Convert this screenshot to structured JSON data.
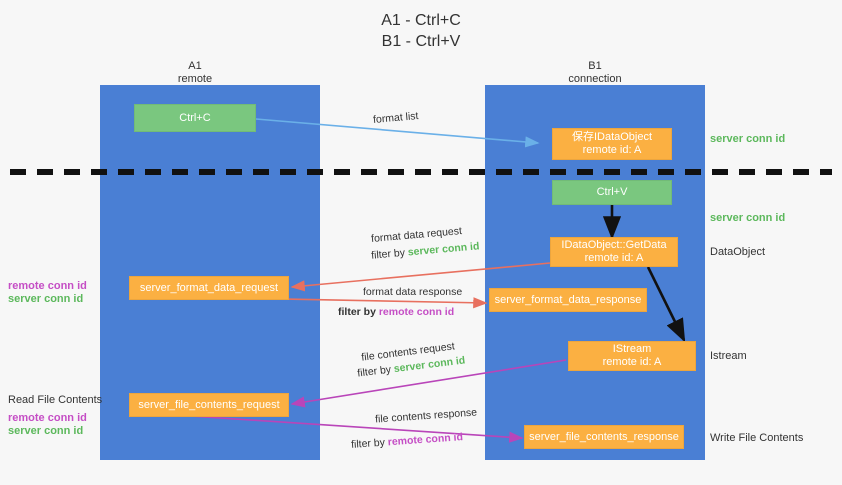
{
  "title": {
    "line1": "A1 - Ctrl+C",
    "line2": "B1 - Ctrl+V"
  },
  "colors": {
    "lane": "#4a7fd4",
    "orange_box": "#fbb042",
    "green_box": "#7ac77f",
    "server_conn_id": "#5cb85c",
    "remote_conn_id": "#c54ec5",
    "arrow_blue": "#6ab0e8",
    "arrow_red": "#e8705f",
    "arrow_magenta": "#b945b9",
    "arrow_black": "#111111",
    "divider": "#111111"
  },
  "columns": [
    {
      "name": "A1",
      "sub": "remote"
    },
    {
      "name": "B1",
      "sub": "connection"
    }
  ],
  "boxes": [
    {
      "id": "ctrl-c",
      "style": "green",
      "lines": [
        "Ctrl+C"
      ]
    },
    {
      "id": "save-idataobject",
      "style": "orange",
      "lines": [
        "保存IDataObject",
        "remote id: A"
      ]
    },
    {
      "id": "ctrl-v",
      "style": "green",
      "lines": [
        "Ctrl+V"
      ]
    },
    {
      "id": "idataobject-getdata",
      "style": "orange",
      "lines": [
        "IDataObject::GetData",
        "remote id: A"
      ]
    },
    {
      "id": "server-format-data-request",
      "style": "orange",
      "lines": [
        "server_format_data_request"
      ]
    },
    {
      "id": "server-format-data-response",
      "style": "orange",
      "lines": [
        "server_format_data_response"
      ]
    },
    {
      "id": "istream",
      "style": "orange",
      "lines": [
        "IStream",
        "remote id: A"
      ]
    },
    {
      "id": "server-file-contents-request",
      "style": "orange",
      "lines": [
        "server_file_contents_request"
      ]
    },
    {
      "id": "server-file-contents-response",
      "style": "orange",
      "lines": [
        "server_file_contents_response"
      ]
    }
  ],
  "edge_labels": {
    "format_list": "format list",
    "format_data_request": "format data request",
    "format_data_filter_prefix": "filter by ",
    "format_data_filter_value": "server conn id",
    "format_data_response": "format data response",
    "format_data_response_filter_prefix": "filter by ",
    "format_data_response_filter_value": "remote conn id",
    "file_contents_request": "file contents request",
    "file_contents_request_filter_prefix": "filter by ",
    "file_contents_request_filter_value": "server conn id",
    "file_contents_response": "file contents response",
    "file_contents_response_filter_prefix": "filter by ",
    "file_contents_response_filter_value": "remote conn id"
  },
  "right_labels": {
    "server_conn_id_top": "server conn id",
    "server_conn_id_second": "server conn id",
    "dataobject": "DataObject",
    "istream": "Istream",
    "write_file_contents": "Write File Contents"
  },
  "left_labels": {
    "remote_conn_id_1": "remote conn id",
    "server_conn_id_1": "server conn id",
    "read_file_contents": "Read File Contents",
    "remote_conn_id_2": "remote conn id",
    "server_conn_id_2": "server conn id"
  }
}
